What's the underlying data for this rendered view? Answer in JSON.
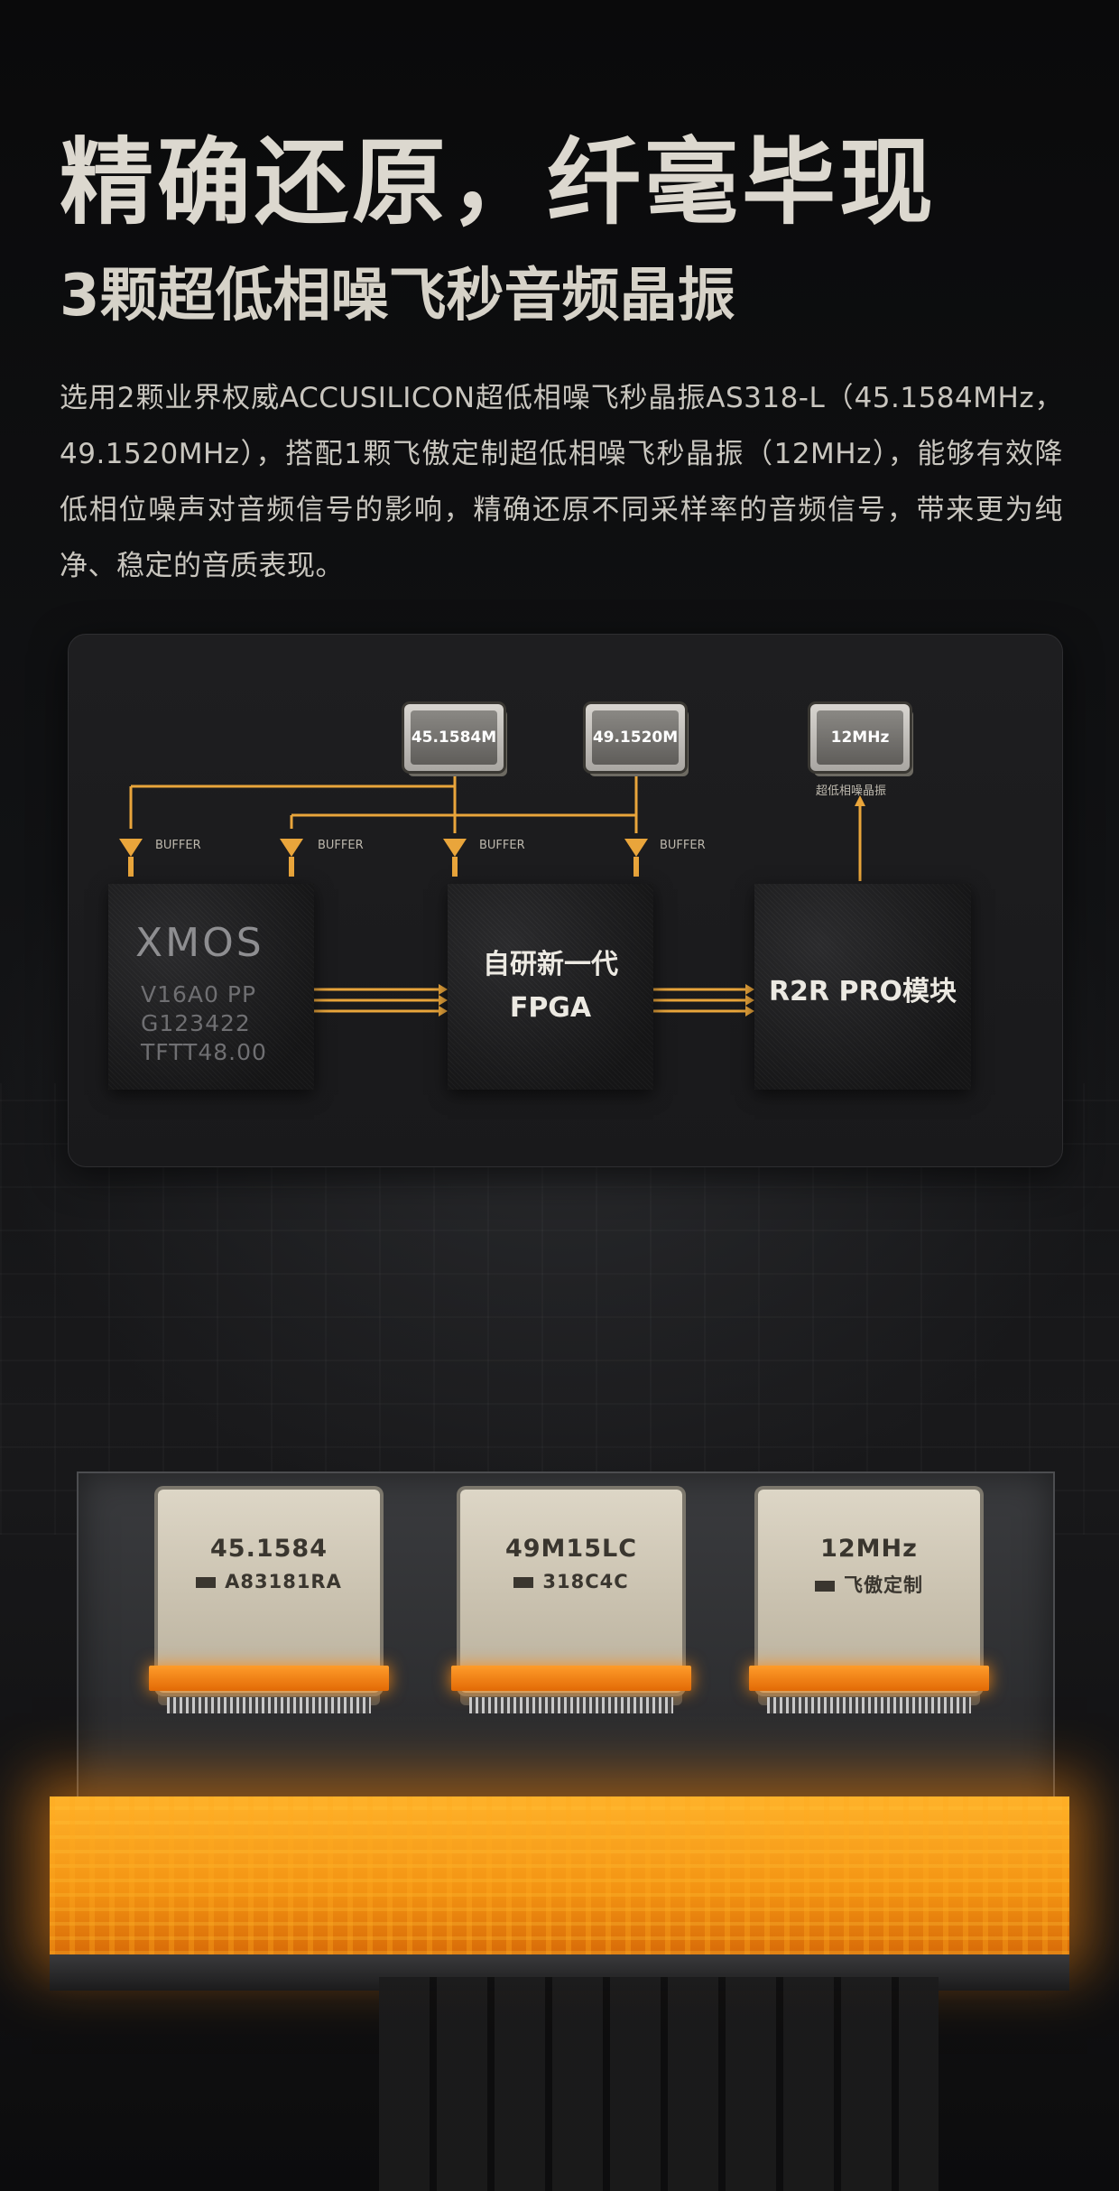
{
  "headline": "精确还原，纤毫毕现",
  "subhead": "3颗超低相噪飞秒音频晶振",
  "body": "选用2颗业界权威ACCUSILICON超低相噪飞秒晶振AS318-L（45.1584MHz，49.1520MHz），搭配1颗飞傲定制超低相噪飞秒晶振（12MHz），能够有效降低相位噪声对音频信号的影响，精确还原不同采样率的音频信号，带来更为纯净、稳定的音质表现。",
  "diagram": {
    "osc1": "45.1584M",
    "osc2": "49.1520M",
    "osc3": "12MHz",
    "osc3_caption": "超低相噪晶振",
    "buffer": "BUFFER",
    "xmos": {
      "logo": "XMOS",
      "line1": "V16A0 PP",
      "line2": "G123422",
      "line3": "TFTT48.00"
    },
    "fpga_line1": "自研新一代",
    "fpga_line2": "FPGA",
    "r2r": "R2R PRO模块"
  },
  "board": {
    "crystal1": {
      "line1": "45.1584",
      "line2": "A83181RA"
    },
    "crystal2": {
      "line1": "49M15LC",
      "line2": "318C4C"
    },
    "crystal3": {
      "line1": "12MHz",
      "line2": "飞傲定制"
    }
  },
  "colors": {
    "accent": "#e9a53b",
    "glow": "#ff9c1f",
    "text": "#dcd8cf"
  }
}
